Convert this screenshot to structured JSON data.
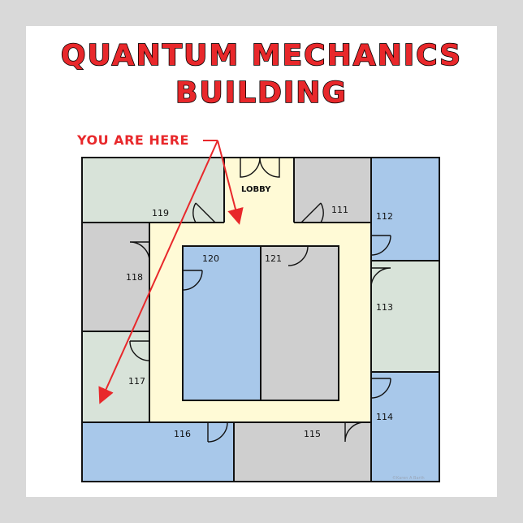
{
  "title": {
    "line1": "QUANTUM MECHANICS",
    "line2": "BUILDING"
  },
  "marker": {
    "text": "YOU ARE HERE",
    "color": "#e8282b"
  },
  "colors": {
    "green_room": "#d8e3d9",
    "gray_room": "#cfcfcf",
    "blue_room": "#a8c8ea",
    "hallway": "#fffad6",
    "background": "#d9d9d9"
  },
  "rooms": [
    {
      "id": "111",
      "label": "111",
      "color": "gray"
    },
    {
      "id": "112",
      "label": "112",
      "color": "blue"
    },
    {
      "id": "113",
      "label": "113",
      "color": "green"
    },
    {
      "id": "114",
      "label": "114",
      "color": "blue"
    },
    {
      "id": "115",
      "label": "115",
      "color": "gray"
    },
    {
      "id": "116",
      "label": "116",
      "color": "blue"
    },
    {
      "id": "117",
      "label": "117",
      "color": "green"
    },
    {
      "id": "118",
      "label": "118",
      "color": "gray"
    },
    {
      "id": "119",
      "label": "119",
      "color": "green"
    },
    {
      "id": "120",
      "label": "120",
      "color": "blue"
    },
    {
      "id": "121",
      "label": "121",
      "color": "gray"
    }
  ],
  "lobby": {
    "label": "LOBBY"
  },
  "credit": {
    "text": "©Karen A Barth"
  }
}
